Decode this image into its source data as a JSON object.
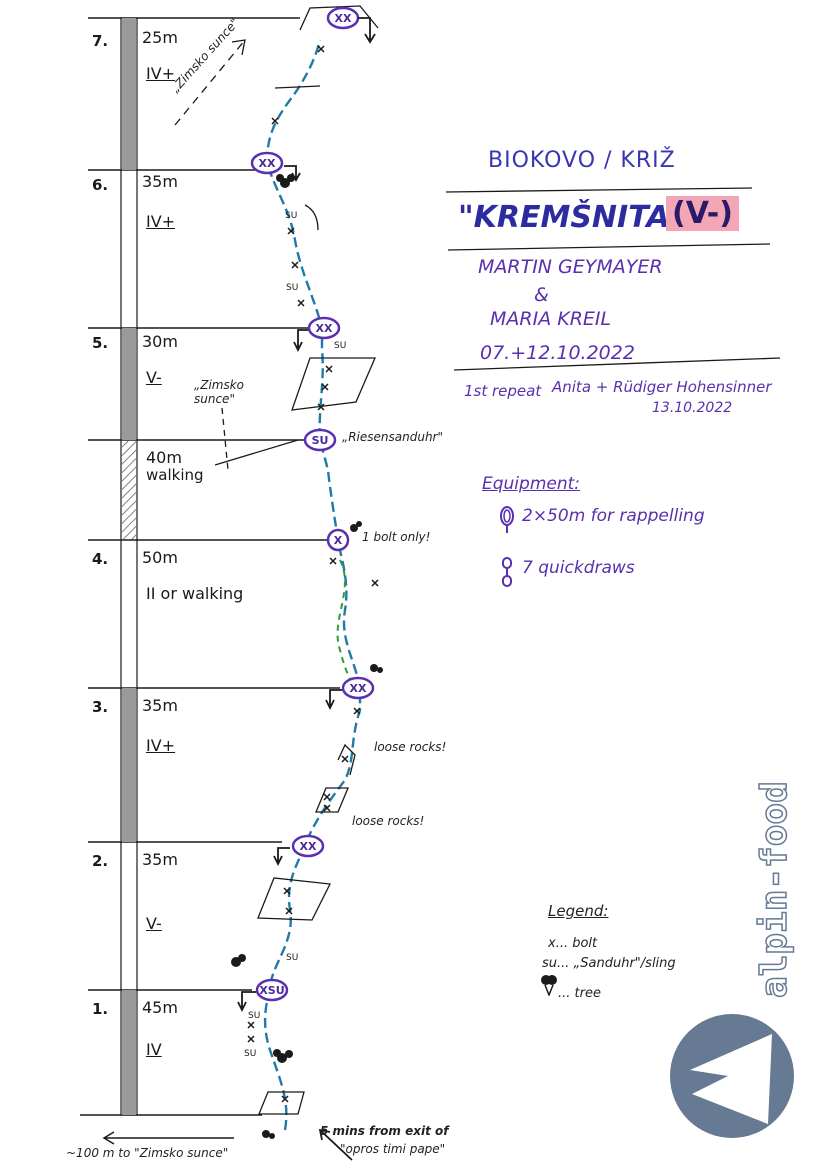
{
  "title": {
    "location": "BIOKOVO / KRIŽ",
    "route_name": "\"KREMŠNITA\"",
    "grade": "(V-)"
  },
  "first_ascent": {
    "author1": "MARTIN GEYMAYER",
    "and": "&",
    "author2": "MARIA KREIL",
    "dates": "07.+12.10.2022",
    "repeat_prefix": "1st repeat",
    "repeat_names": "Anita + Rüdiger Hohensinner",
    "repeat_date": "13.10.2022"
  },
  "equipment": {
    "heading": "Equipment:",
    "rope": "2×50m for rappelling",
    "quickdraws": "7 quickdraws",
    "rope_icon": "rope-icon",
    "quickdraw_icon": "quickdraw-icon"
  },
  "legend": {
    "heading": "Legend:",
    "bolt": "x... bolt",
    "sling": "su... „Sanduhr\"/sling",
    "tree": "... tree",
    "tree_icon": "tree-icon"
  },
  "pitches": [
    {
      "number": "7.",
      "length": "25m",
      "grade": "IV+"
    },
    {
      "number": "6.",
      "length": "35m",
      "grade": "IV+"
    },
    {
      "number": "5.",
      "length": "30m",
      "grade": "V-"
    },
    {
      "number": "",
      "length": "40m",
      "grade": "walking"
    },
    {
      "number": "4.",
      "length": "50m",
      "grade": "II or walking"
    },
    {
      "number": "3.",
      "length": "35m",
      "grade": "IV+"
    },
    {
      "number": "2.",
      "length": "35m",
      "grade": "V-"
    },
    {
      "number": "1.",
      "length": "45m",
      "grade": "IV"
    }
  ],
  "annotations": {
    "zimsko_sunce_top": "„Zimsko sunce\"",
    "zimsko_sunce_mid": "„Zimsko sunce\"",
    "riesensanduhr": "„Riesensanduhr\"",
    "bolt_only": "1 bolt only!",
    "loose_rocks_1": "loose rocks!",
    "loose_rocks_2": "loose rocks!",
    "approach": "5 mins from exit of",
    "approach_place": "\"opros timi pape\"",
    "bottom_left": "~100 m to \"Zimsko sunce\""
  },
  "stations": {
    "xx": "XX",
    "x": "X",
    "su": "SU",
    "xsu": "XSU"
  },
  "brand": {
    "wordmark": "alpin-food",
    "logo_icon": "brand-logo-icon"
  },
  "colors": {
    "route": "#1f7aa8",
    "variant": "#2f9a3a",
    "ink": "#1a1a1a",
    "purple": "#5a2fb0",
    "grade_highlight": "#f3a6b6",
    "logo": "#667a94"
  }
}
